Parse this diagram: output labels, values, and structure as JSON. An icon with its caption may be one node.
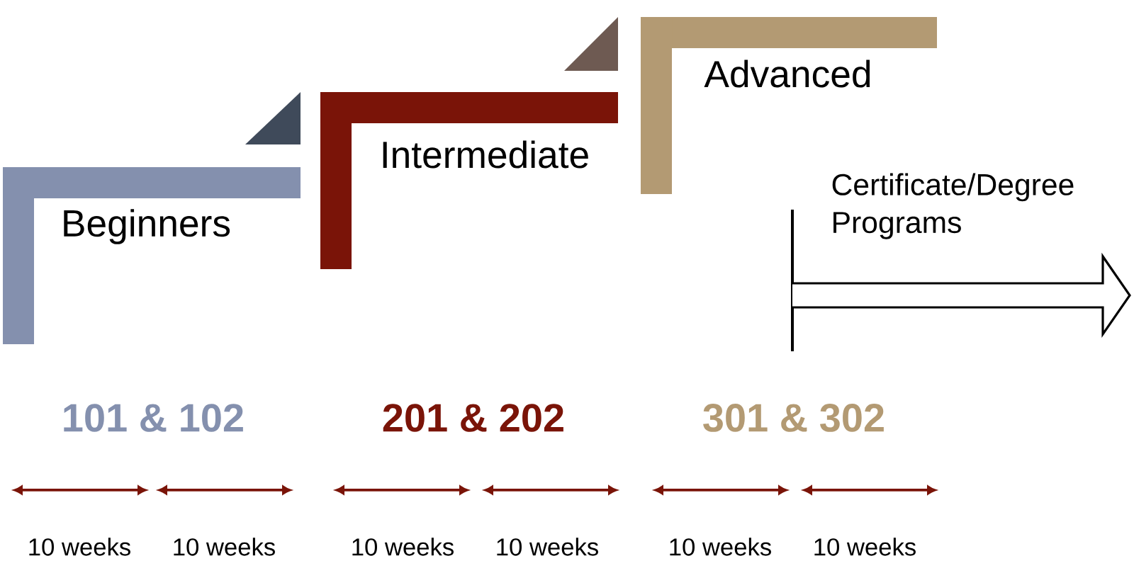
{
  "diagram": {
    "nodes": [
      {
        "text": [
          "Beginners"
        ]
      },
      {
        "text": [
          "Intermediate"
        ]
      },
      {
        "text": [
          "Advanced"
        ]
      }
    ],
    "labels": [
      "Certificate/Degree Programs",
      "101 & 102",
      "201 & 202",
      "301 & 302",
      "10 weeks",
      "10 weeks",
      "10 weeks",
      "10 weeks",
      "10 weeks",
      "10 weeks"
    ]
  }
}
